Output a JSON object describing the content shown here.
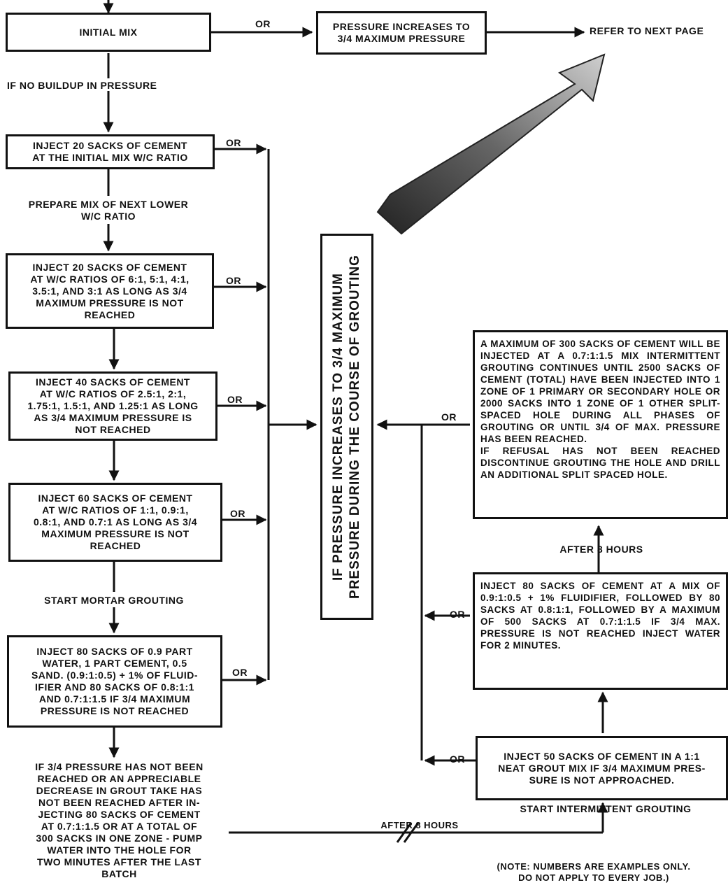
{
  "top": {
    "initial_mix": "INITIAL MIX",
    "or": "OR",
    "pressure_box": "PRESSURE INCREASES TO\n3/4 MAXIMUM PRESSURE",
    "refer": "REFER TO NEXT PAGE"
  },
  "left": {
    "no_buildup": "IF NO BUILDUP IN PRESSURE",
    "step1": "INJECT 20 SACKS OF CEMENT\nAT THE INITIAL MIX W/C RATIO",
    "prepare": "PREPARE MIX OF NEXT LOWER\nW/C RATIO",
    "step2": "INJECT 20 SACKS OF CEMENT\nAT W/C RATIOS OF 6:1, 5:1, 4:1,\n3.5:1, AND 3:1 AS LONG AS 3/4\nMAXIMUM PRESSURE IS NOT\nREACHED",
    "step3": "INJECT 40 SACKS OF CEMENT\nAT W/C RATIOS OF 2.5:1, 2:1,\n1.75:1, 1.5:1, AND 1.25:1 AS LONG\nAS 3/4 MAXIMUM PRESSURE IS\nNOT REACHED",
    "step4": "INJECT 60 SACKS OF CEMENT\nAT W/C RATIOS OF 1:1, 0.9:1,\n0.8:1, AND 0.7:1 AS LONG AS 3/4\nMAXIMUM PRESSURE IS NOT\nREACHED",
    "start_mortar": "START MORTAR GROUTING",
    "step5": "INJECT 80 SACKS OF 0.9 PART\nWATER, 1 PART CEMENT, 0.5\nSAND. (0.9:1:0.5) + 1% OF FLUID-\nIFIER AND 80 SACKS OF 0.8:1:1\nAND 0.7:1:1.5 IF 3/4 MAXIMUM\nPRESSURE IS NOT REACHED",
    "final": "IF 3/4 PRESSURE HAS NOT BEEN\nREACHED OR AN APPRECIABLE\nDECREASE IN GROUT TAKE HAS\nNOT BEEN REACHED AFTER IN-\nJECTING 80 SACKS OF CEMENT\nAT 0.7:1:1.5 OR AT A TOTAL OF\n300 SACKS IN ONE ZONE - PUMP\nWATER INTO THE HOLE FOR\nTWO MINUTES AFTER THE LAST\nBATCH",
    "or": "OR"
  },
  "center": {
    "vertical_text": "IF PRESSURE INCREASES TO 3/4 MAXIMUM\nPRESSURE DURING THE COURSE OF GROUTING"
  },
  "right": {
    "max_box": "A MAXIMUM OF 300 SACKS OF CEMENT WILL BE INJECTED AT A 0.7:1:1.5 MIX INTERMITTENT GROUTING CONTINUES UNTIL 2500 SACKS OF CEMENT (TOTAL) HAVE BEEN INJECTED INTO 1 ZONE OF 1 PRIMARY OR SECONDARY HOLE OR 2000 SACKS INTO 1 ZONE OF 1 OTHER SPLIT-SPACED HOLE DURING ALL PHASES OF GROUTING OR UNTIL 3/4 OF MAX. PRESSURE HAS BEEN REACHED.\n   IF REFUSAL HAS NOT BEEN REACHED DISCONTINUE GROUTING THE HOLE AND DRILL AN ADDITIONAL SPLIT SPACED HOLE.",
    "after_8_hours": "AFTER 8 HOURS",
    "inject80": "INJECT 80 SACKS OF CEMENT AT A MIX OF 0.9:1:0.5 + 1% FLUIDIFIER, FOLLOWED BY 80 SACKS AT 0.8:1:1, FOLLOWED BY A MAXIMUM OF 500 SACKS AT 0.7:1:1.5 IF 3/4 MAX. PRESSURE IS NOT REACHED INJECT WATER FOR 2 MINUTES.",
    "inject50": "INJECT 50 SACKS OF CEMENT IN A 1:1\nNEAT GROUT MIX IF 3/4 MAXIMUM PRES-\nSURE IS NOT APPROACHED.",
    "start_intermittent": "START INTERMITTENT GROUTING",
    "or": "OR"
  },
  "bottom": {
    "after_8_hours": "AFTER 8 HOURS",
    "note": "(NOTE: NUMBERS ARE EXAMPLES ONLY.\nDO NOT APPLY TO EVERY JOB.)"
  }
}
